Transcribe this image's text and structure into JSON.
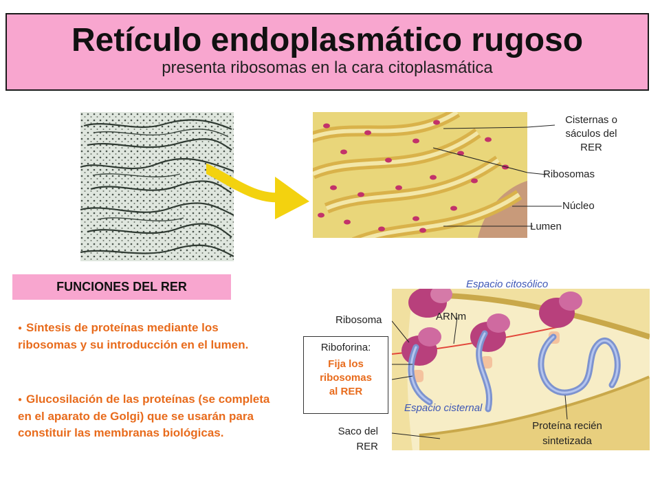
{
  "header": {
    "title": "Retículo endoplasmático rugoso",
    "subtitle": "presenta ribosomas en la cara citoplasmática"
  },
  "diagram_labels": {
    "cisternas": [
      "Cisternas o",
      "sáculos del",
      "RER"
    ],
    "ribosomas": "Ribosomas",
    "nucleo": "Núcleo",
    "lumen": "Lumen"
  },
  "functions": {
    "heading": "FUNCIONES DEL RER",
    "items": [
      "Síntesis de proteínas mediante los ribosomas y su introducción en el lumen.",
      "Glucosilación de las proteínas (se completa en el aparato de Golgi) que se usarán para constituir las membranas biológicas."
    ]
  },
  "lower_diagram": {
    "espacio_citosolico": "Espacio citosólico",
    "ribosoma": "Ribosoma",
    "arnm": "ARNm",
    "riboforina_title": "Riboforina:",
    "riboforina_desc": [
      "Fija los",
      "ribosomas",
      "al RER"
    ],
    "espacio_cisternal": "Espacio cisternal",
    "saco": [
      "Saco del",
      "RER"
    ],
    "proteina": [
      "Proteína recién",
      "sintetizada"
    ]
  },
  "colors": {
    "title_bg": "#f8a6cf",
    "function_text": "#e86b1c",
    "italic_label": "#3d56b5",
    "riboforina_text": "#e86b1c"
  }
}
